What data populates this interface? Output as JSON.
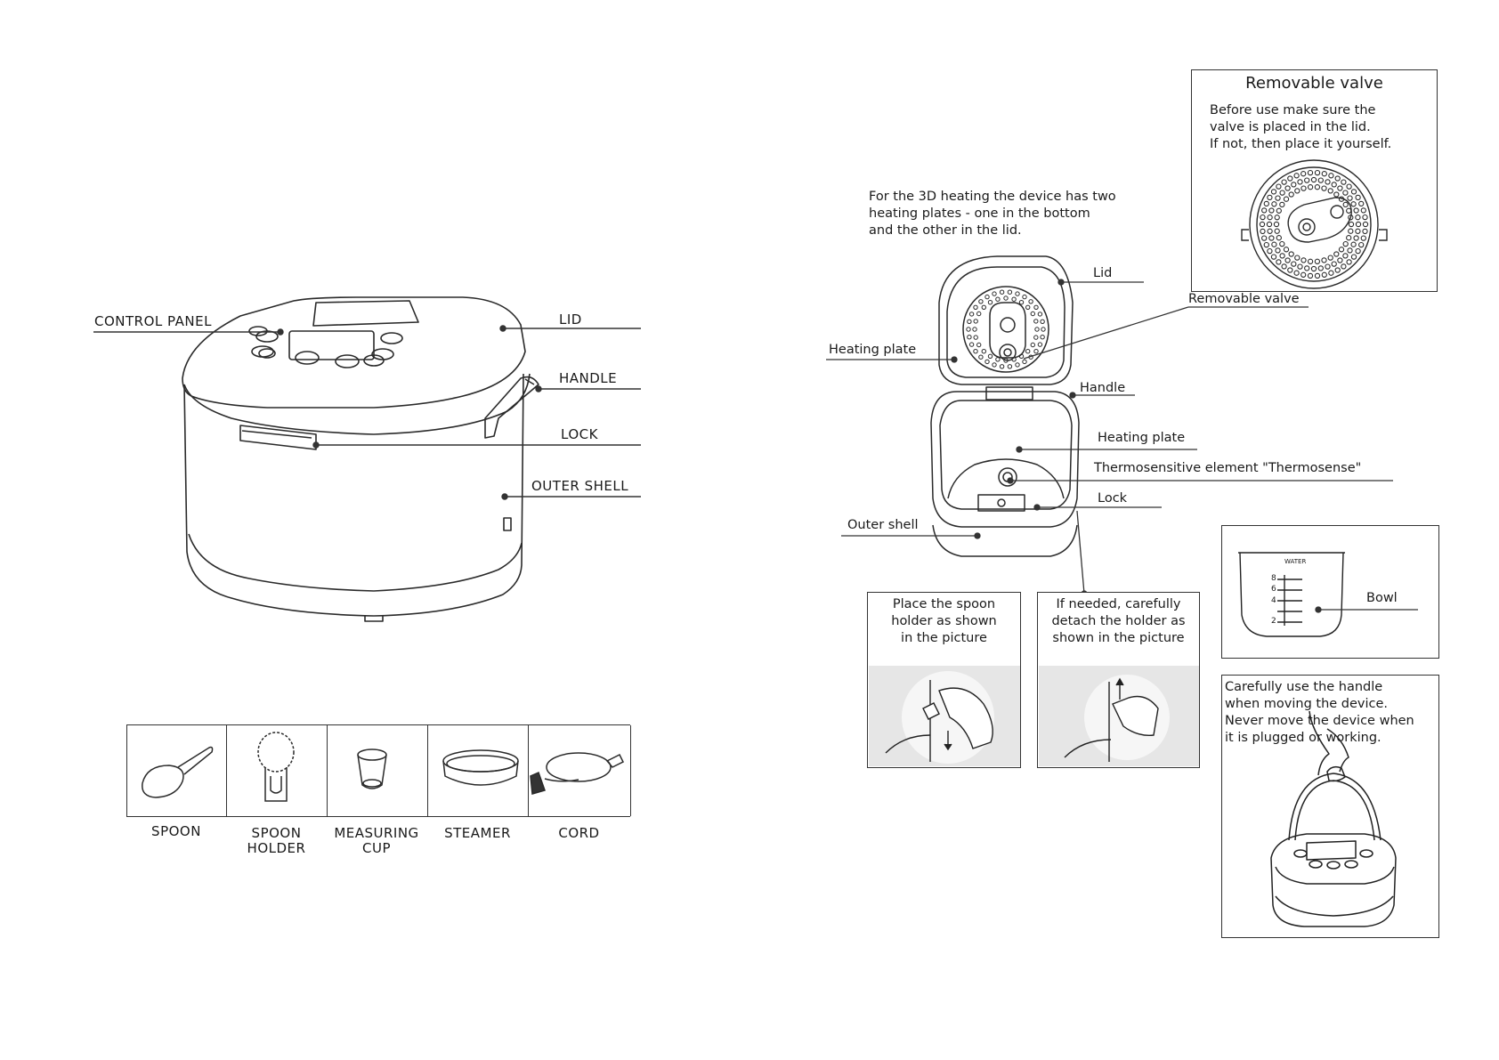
{
  "left_page": {
    "labels": {
      "control_panel": "CONTROL PANEL",
      "lid": "LID",
      "handle": "HANDLE",
      "lock": "LOCK",
      "outer_shell": "OUTER SHELL"
    },
    "accessories": [
      {
        "label_line1": "SPOON",
        "label_line2": ""
      },
      {
        "label_line1": "SPOON",
        "label_line2": "HOLDER"
      },
      {
        "label_line1": "MEASURING",
        "label_line2": "CUP"
      },
      {
        "label_line1": "STEAMER",
        "label_line2": ""
      },
      {
        "label_line1": "CORD",
        "label_line2": ""
      }
    ]
  },
  "right_page": {
    "intro": {
      "line1": "For the 3D heating the device has two",
      "line2": "heating plates - one in the bottom",
      "line3": "and the other in the lid."
    },
    "labels": {
      "lid": "Lid",
      "removable_valve": "Removable valve",
      "heating_plate_left": "Heating plate",
      "handle": "Handle",
      "heating_plate_right": "Heating plate",
      "thermosensitive": "Thermosensitive element \"Thermosense\"",
      "lock": "Lock",
      "outer_shell": "Outer shell"
    },
    "valve_box": {
      "title": "Removable valve",
      "line1": "Before use make sure the",
      "line2": "valve is placed in the lid.",
      "line3": "If not, then place it yourself."
    },
    "spoon_box1": {
      "line1": "Place the spoon",
      "line2": "holder as shown",
      "line3": "in the picture"
    },
    "spoon_box2": {
      "line1": "If needed, carefully",
      "line2": "detach the holder as",
      "line3": "shown in the picture"
    },
    "bowl_box": {
      "label": "Bowl",
      "water_label": "WATER",
      "marks": [
        "8",
        "6",
        "4",
        "2"
      ]
    },
    "handle_box": {
      "line1": "Carefully use the handle",
      "line2": "when moving the device.",
      "line3": "Never move the device when",
      "line4": "it is plugged or working."
    }
  },
  "colors": {
    "ink": "#1a1a1a",
    "line": "#333333",
    "photo_bg": "#e6e6e6"
  }
}
